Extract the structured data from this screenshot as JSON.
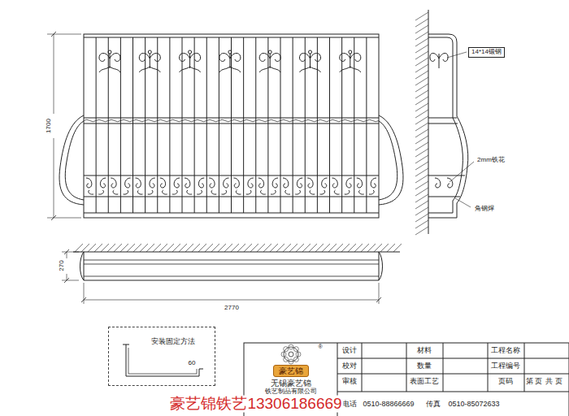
{
  "diagram": {
    "nodes": [
      {
        "text": [
          "14*14锻钢"
        ]
      },
      {
        "text": [
          "安装固定方法"
        ]
      },
      {
        "text": [
          "豪艺锦"
        ]
      }
    ],
    "labels": [
      "1700",
      "2mm铁花",
      "角钢焊",
      "270",
      "2770",
      "60",
      "®",
      "无锡豪艺锦",
      "铁艺制品有限公司",
      "设计",
      "校对",
      "审核",
      "材料",
      "数量",
      "表面工艺",
      "工程名称",
      "工程编号",
      "页码",
      "第",
      "页",
      "共",
      "页",
      "电话",
      "0510-88866669",
      "传真",
      "0510-85072633",
      "豪艺锦铁艺13306186669"
    ]
  }
}
